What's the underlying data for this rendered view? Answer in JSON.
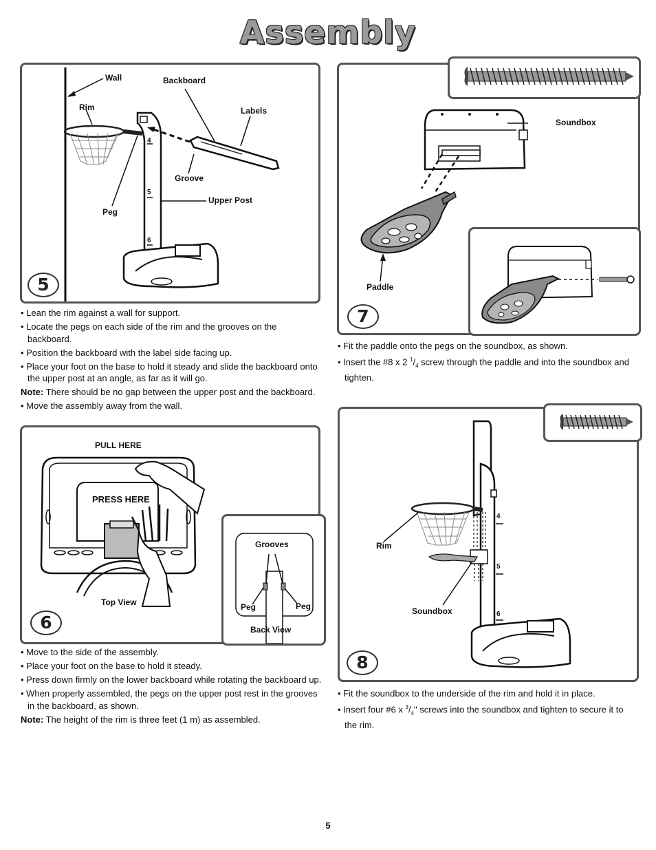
{
  "page": {
    "title": "Assembly",
    "page_number": "5"
  },
  "step5": {
    "number": "5",
    "labels": {
      "wall": "Wall",
      "backboard": "Backboard",
      "rim": "Rim",
      "labels": "Labels",
      "groove": "Groove",
      "upper_post": "Upper Post",
      "peg": "Peg",
      "mark4": "4",
      "mark5": "5",
      "mark6": "6"
    },
    "instructions": [
      "• Lean the rim against a wall for support.",
      "• Locate the pegs on each side of the rim and the grooves on the backboard.",
      "• Position the backboard with the label side facing up.",
      "• Place your foot on the base to hold it steady and slide the backboard onto the upper post at an angle, as far as it will go."
    ],
    "note_label": "Note:",
    "note_text": " There should be no gap between the upper post and the backboard.",
    "final": "• Move the assembly away from the wall."
  },
  "step6": {
    "number": "6",
    "labels": {
      "pull_here": "PULL HERE",
      "press_here": "PRESS HERE",
      "top_view": "Top View",
      "grooves": "Grooves",
      "peg_left": "Peg",
      "peg_right": "Peg",
      "back_view": "Back View"
    },
    "instructions": [
      "• Move to the side of the assembly.",
      "• Place your foot on the base to hold it steady.",
      "• Press down firmly on the lower backboard while rotating the backboard up.",
      "• When properly assembled, the pegs on the upper post rest in the grooves in the backboard, as shown."
    ],
    "note_label": "Note:",
    "note_text": " The height of the rim is three feet (1 m) as assembled."
  },
  "step7": {
    "number": "7",
    "labels": {
      "soundbox": "Soundbox",
      "paddle": "Paddle"
    },
    "instructions": {
      "line1": "• Fit the paddle onto the pegs on the soundbox, as shown.",
      "line2_a": "• Insert the #8 x 2 ",
      "line2_sup": "1",
      "line2_sub": "4",
      "line2_b": " screw through the paddle and into the soundbox and tighten."
    }
  },
  "step8": {
    "number": "8",
    "labels": {
      "rim": "Rim",
      "soundbox": "Soundbox",
      "mark4": "4",
      "mark5": "5",
      "mark6": "6"
    },
    "instructions": {
      "line1": "• Fit the soundbox to the underside of the rim and hold it in place.",
      "line2_a": "• Insert four #6 x ",
      "line2_sup": "3",
      "line2_sub": "4",
      "line2_b": "\" screws into the soundbox and tighten to secure it to the rim."
    }
  }
}
